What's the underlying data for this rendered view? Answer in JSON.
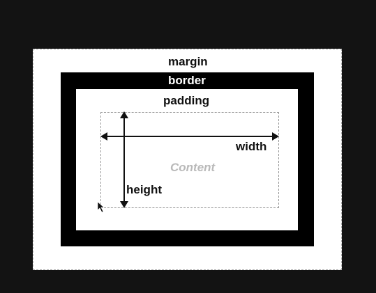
{
  "labels": {
    "margin": "margin",
    "border": "border",
    "padding": "padding",
    "content": "Content",
    "width": "width",
    "height": "height"
  },
  "colors": {
    "background": "#131313",
    "margin_area": "#ffffff",
    "border_area": "#000000",
    "padding_area": "#ffffff",
    "content_text": "#b9b9b9",
    "arrow": "#111111"
  }
}
